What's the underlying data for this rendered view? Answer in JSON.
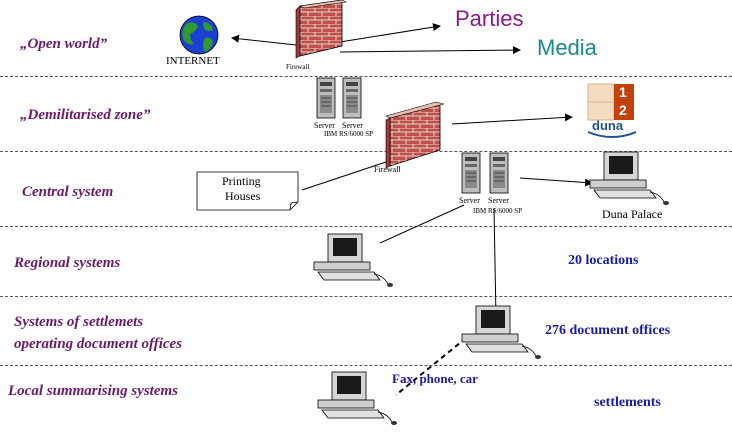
{
  "tiers": {
    "open_world": "„Open world”",
    "dmz": "„Demilitarised zone”",
    "central": "Central system",
    "regional": "Regional systems",
    "settlements_line1": "Systems of settlemets",
    "settlements_line2": "operating document offices",
    "local": "Local summarising systems"
  },
  "nodes": {
    "internet": "INTERNET",
    "parties": "Parties",
    "media": "Media",
    "firewall1": "Firewall",
    "firewall2": "Firewall",
    "dmz_server1": "Server",
    "dmz_server2": "Server",
    "dmz_servers_label": "IBM RS/6000 SP",
    "central_server1": "Server",
    "central_server2": "Server",
    "central_servers_label": "IBM RS/6000 SP",
    "printing_line1": "Printing",
    "printing_line2": "Houses",
    "duna_palace": "Duna Palace",
    "logo_num1": "1",
    "logo_num2": "2",
    "logo_text": "duna",
    "fax": "Fax, phone, car"
  },
  "stats": {
    "regional": "20 locations",
    "document_offices": "276 document offices",
    "settlements": "settlements"
  },
  "colors": {
    "tier_label": "#6b1a6b",
    "parties": "#8b1a8b",
    "media": "#1a8b8b",
    "stat": "#1a1ab0",
    "brick": "#c0504d"
  }
}
